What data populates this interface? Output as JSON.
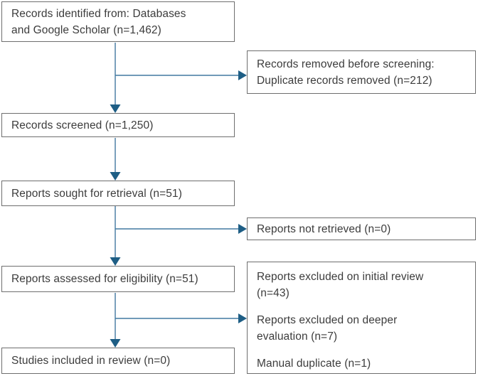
{
  "diagram": {
    "kind": "prisma-flow",
    "colors": {
      "box_border": "#6e6e6e",
      "box_background": "#ffffff",
      "text": "#3c3c3c",
      "arrow_line": "#4078a0",
      "arrow_head": "#1e5e85"
    },
    "boxes": {
      "identified": {
        "text": "Records identified from: Databases\nand Google Scholar (n=1,462)"
      },
      "removed": {
        "text": "Records removed before screening:\nDuplicate records removed (n=212)"
      },
      "screened": {
        "text": "Records screened (n=1,250)"
      },
      "sought": {
        "text": "Reports sought for retrieval (n=51)"
      },
      "not_retrieved": {
        "text": "Reports not retrieved (n=0)"
      },
      "assessed": {
        "text": "Reports assessed for eligibility (n=51)"
      },
      "excluded": {
        "items": {
          "0": "Reports excluded on initial review\n(n=43)",
          "1": "Reports excluded on deeper\nevaluation (n=7)",
          "2": "Manual duplicate (n=1)"
        }
      },
      "included": {
        "text": "Studies included in review (n=0)"
      }
    }
  }
}
